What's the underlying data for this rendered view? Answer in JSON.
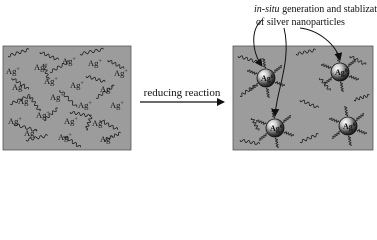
{
  "left_panel": {
    "ion_label": "Ag",
    "ion_charge": "+"
  },
  "reaction": {
    "label": "reducing reaction"
  },
  "right_panel": {
    "particle_label": "Ag",
    "particle_superscript": "0"
  },
  "annotation": {
    "line1_italic": "in-situ",
    "line1_rest": " generation and stablization",
    "line2": "of silver nanoparticles"
  },
  "colors": {
    "panel_fill": "#9c9c9c",
    "panel_stroke": "#555555",
    "polymer_chain": "#1a1a1a",
    "arrow": "#111111"
  }
}
